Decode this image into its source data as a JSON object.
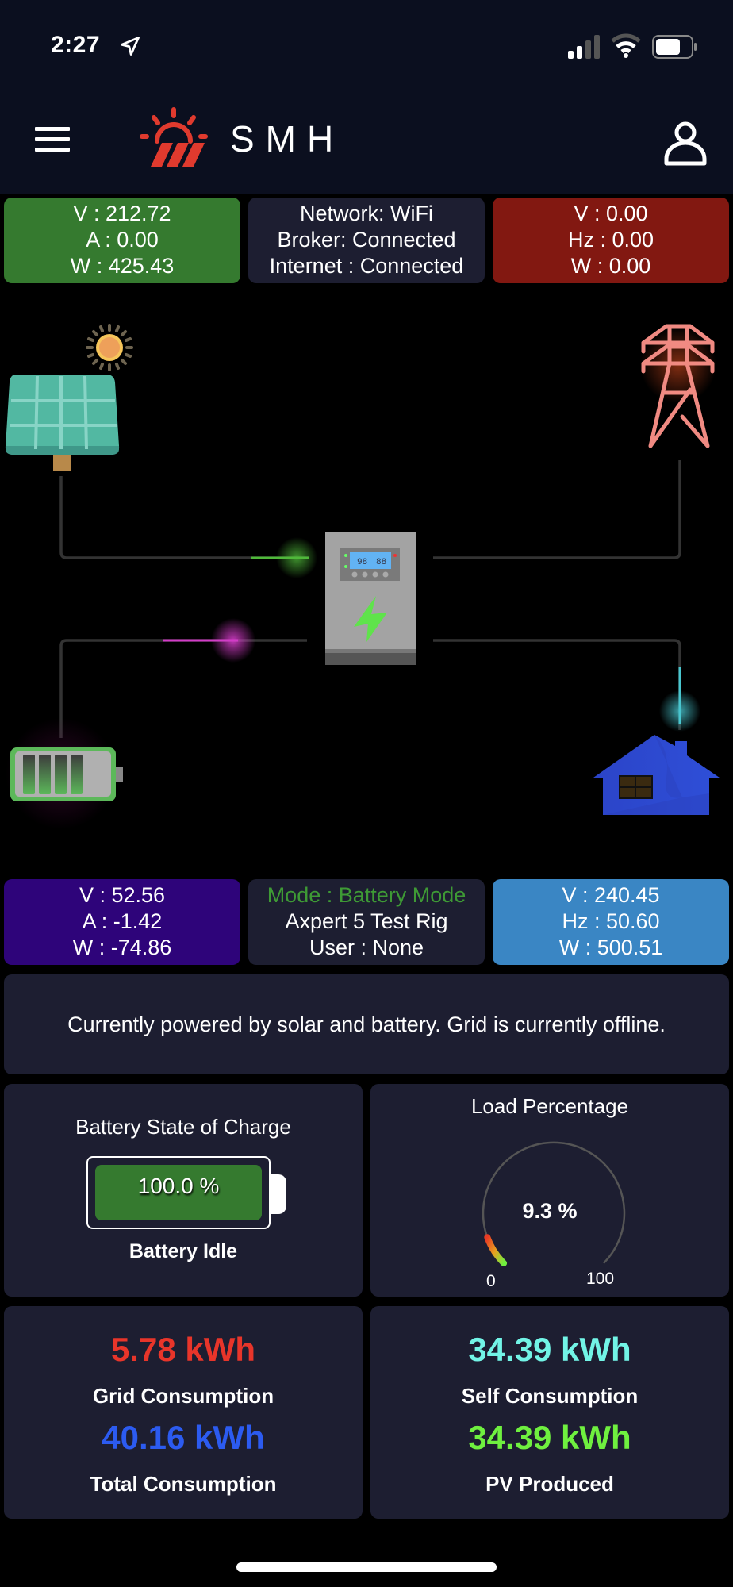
{
  "status_bar": {
    "time": "2:27",
    "icons": [
      "location-arrow-icon",
      "cellular-signal-icon",
      "wifi-icon",
      "battery-icon"
    ]
  },
  "header": {
    "title": "SMH",
    "icons": [
      "menu-icon",
      "sun-panel-logo-icon",
      "user-icon"
    ]
  },
  "pv_stats": {
    "v": "V : 212.72",
    "a": "A : 0.00",
    "w": "W : 425.43",
    "color": "#357a2f"
  },
  "network": {
    "network": "Network: WiFi",
    "broker": "Broker: Connected",
    "internet": "Internet : Connected"
  },
  "grid_stats": {
    "v": "V : 0.00",
    "hz": "Hz : 0.00",
    "w": "W : 0.00",
    "color": "#821811"
  },
  "flow": {
    "nodes": [
      "solar-panel-icon",
      "power-tower-icon",
      "inverter-icon",
      "battery-icon",
      "house-icon"
    ],
    "inverter_display": [
      "98",
      "88"
    ],
    "flow_colors": {
      "pv": "#4fb83a",
      "battery": "#d23cc7",
      "load": "#49c6cf"
    }
  },
  "battery_stats": {
    "v": "V : 52.56",
    "a": "A : -1.42",
    "w": "W : -74.86",
    "color": "#2e047a"
  },
  "device": {
    "mode": "Mode : Battery Mode",
    "name": "Axpert 5 Test Rig",
    "user": "User : None"
  },
  "load_stats": {
    "v": "V : 240.45",
    "hz": "Hz : 50.60",
    "w": "W : 500.51",
    "color": "#3a86c4"
  },
  "message": "Currently powered by solar and battery. Grid is currently offline.",
  "battery_soc": {
    "title": "Battery State of Charge",
    "value_text": "100.0 %",
    "fraction": 1.0,
    "status": "Battery Idle"
  },
  "load_gauge": {
    "title": "Load Percentage",
    "value_text": "9.3 %",
    "value": 9.3,
    "min_label": "0",
    "max_label": "100",
    "min": 0,
    "max": 100
  },
  "energy": {
    "grid": {
      "value": "5.78 kWh",
      "label": "Grid Consumption",
      "color": "#e8352a"
    },
    "total": {
      "value": "40.16 kWh",
      "label": "Total Consumption",
      "color": "#2c5bf0"
    },
    "self": {
      "value": "34.39 kWh",
      "label": "Self Consumption",
      "color": "#72f4e6"
    },
    "pv": {
      "value": "34.39 kWh",
      "label": "PV Produced",
      "color": "#6ff03f"
    }
  }
}
